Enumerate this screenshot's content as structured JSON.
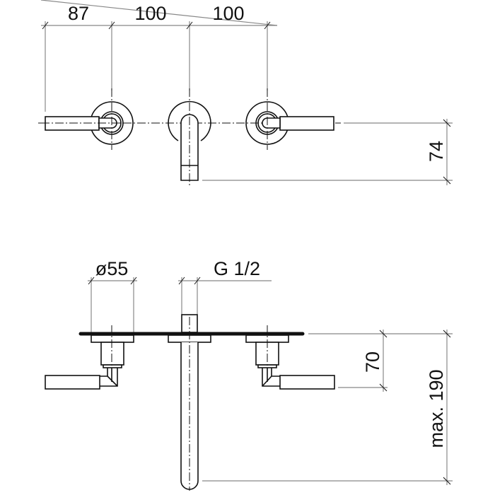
{
  "drawing": {
    "type": "technical dimension drawing",
    "subject": "three-hole wall-mounted basin mixer with lever handles",
    "top_view": {
      "dimensions": {
        "left_handle_to_left_valve": "87",
        "left_valve_to_spout": "100",
        "spout_to_right_valve": "100",
        "spout_projection": "74"
      }
    },
    "side_view": {
      "dimensions": {
        "rosette_diameter": "ø55",
        "thread": "G 1/2",
        "handle_height_below_wall_top": "70",
        "max_spout_height": "max. 190"
      }
    },
    "colors": {
      "line": "#111111",
      "dimension_line": "#888888",
      "background": "#ffffff"
    }
  }
}
